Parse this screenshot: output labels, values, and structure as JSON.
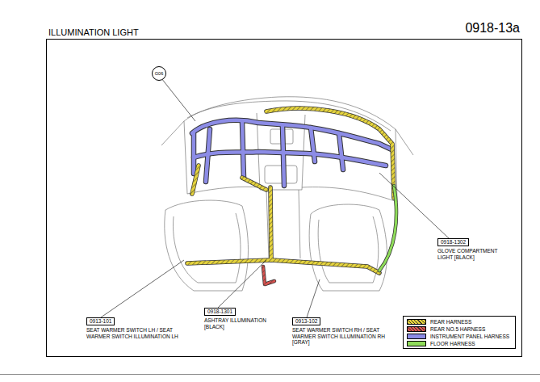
{
  "diagram": {
    "title": "ILLUMINATION LIGHT",
    "nodes": [
      {
        "text": [
          "G06"
        ]
      },
      {
        "text": [
          "0918-1302",
          "GLOVE COMPARTMENT LIGHT [BLACK]"
        ]
      },
      {
        "text": [
          "0918-1301",
          "ASHTRAY ILLUMINATION [BLACK]"
        ]
      },
      {
        "text": [
          "0913-101",
          "SEAT WARMER SWITCH LH / SEAT WARMER SWITCH ILLUMINATION LH"
        ]
      },
      {
        "text": [
          "0913-102",
          "SEAT WARMER SWITCH RH / SEAT WARMER SWITCH ILLUMINATION RH [GRAY]"
        ]
      }
    ],
    "labels": [
      "0918-13a"
    ],
    "legend": [
      {
        "text": "REAR HARNESS",
        "color": "#e6d43c"
      },
      {
        "text": "REAR NO.5 HARNESS",
        "color": "#d9534f"
      },
      {
        "text": "INSTRUMENT PANEL HARNESS",
        "color": "#8c8ce6"
      },
      {
        "text": "FLOOR HARNESS",
        "color": "#8fdc5a"
      }
    ]
  }
}
